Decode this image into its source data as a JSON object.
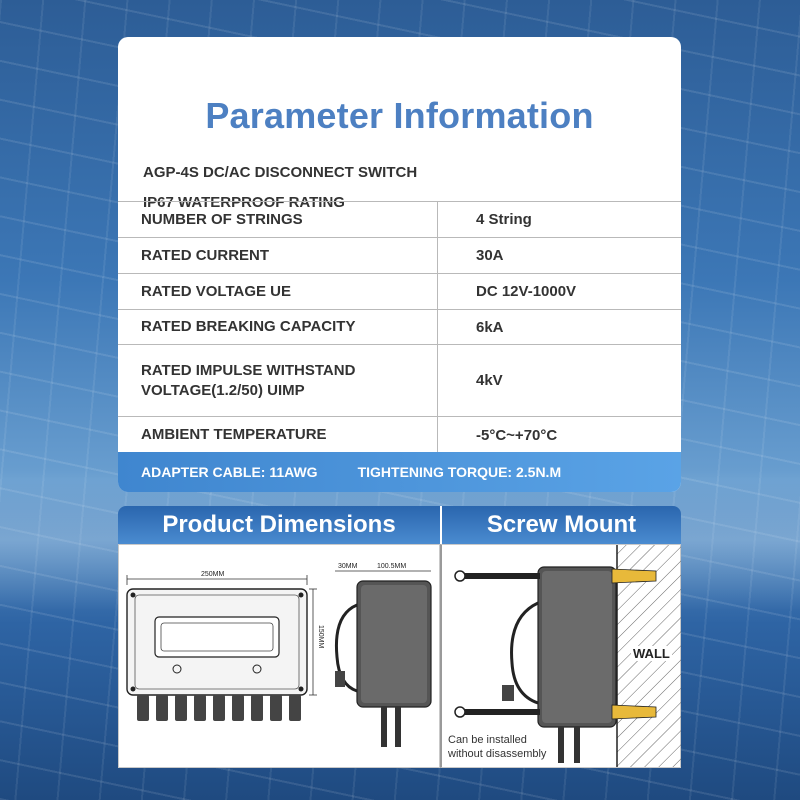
{
  "card": {
    "title": "Parameter Information",
    "subtitle1": "AGP-4S DC/AC DISCONNECT SWITCH",
    "subtitle2": "IP67 WATERPROOF RATING",
    "rows": [
      {
        "key": "NUMBER OF STRINGS",
        "value": "4 String"
      },
      {
        "key": "RATED CURRENT",
        "value": "30A"
      },
      {
        "key": "RATED VOLTAGE UE",
        "value": "DC 12V-1000V"
      },
      {
        "key": "RATED BREAKING CAPACITY",
        "value": "6kA"
      },
      {
        "key": "RATED IMPULSE WITHSTAND VOLTAGE(1.2/50) UIMP",
        "key_line1": "RATED IMPULSE WITHSTAND",
        "key_line2": "VOLTAGE(1.2/50) UIMP",
        "value": "4kV"
      },
      {
        "key": "AMBIENT TEMPERATURE",
        "value": "-5°C~+70°C"
      }
    ],
    "footer_left": "ADAPTER CABLE: 11AWG",
    "footer_right": "TIGHTENING TORQUE: 2.5N.M"
  },
  "dimensions": {
    "title": "Product Dimensions",
    "width_label": "250MM",
    "height_label": "150MM",
    "depth_label": "30MM",
    "side_label": "100.5MM"
  },
  "mount": {
    "title": "Screw Mount",
    "wall_label": "WALL",
    "note_line1": "Can be installed",
    "note_line2": "without disassembly"
  },
  "colors": {
    "title_blue": "#4d80c2",
    "bar_blue": "#3f86cf",
    "anchor_yellow": "#e8b93a"
  }
}
